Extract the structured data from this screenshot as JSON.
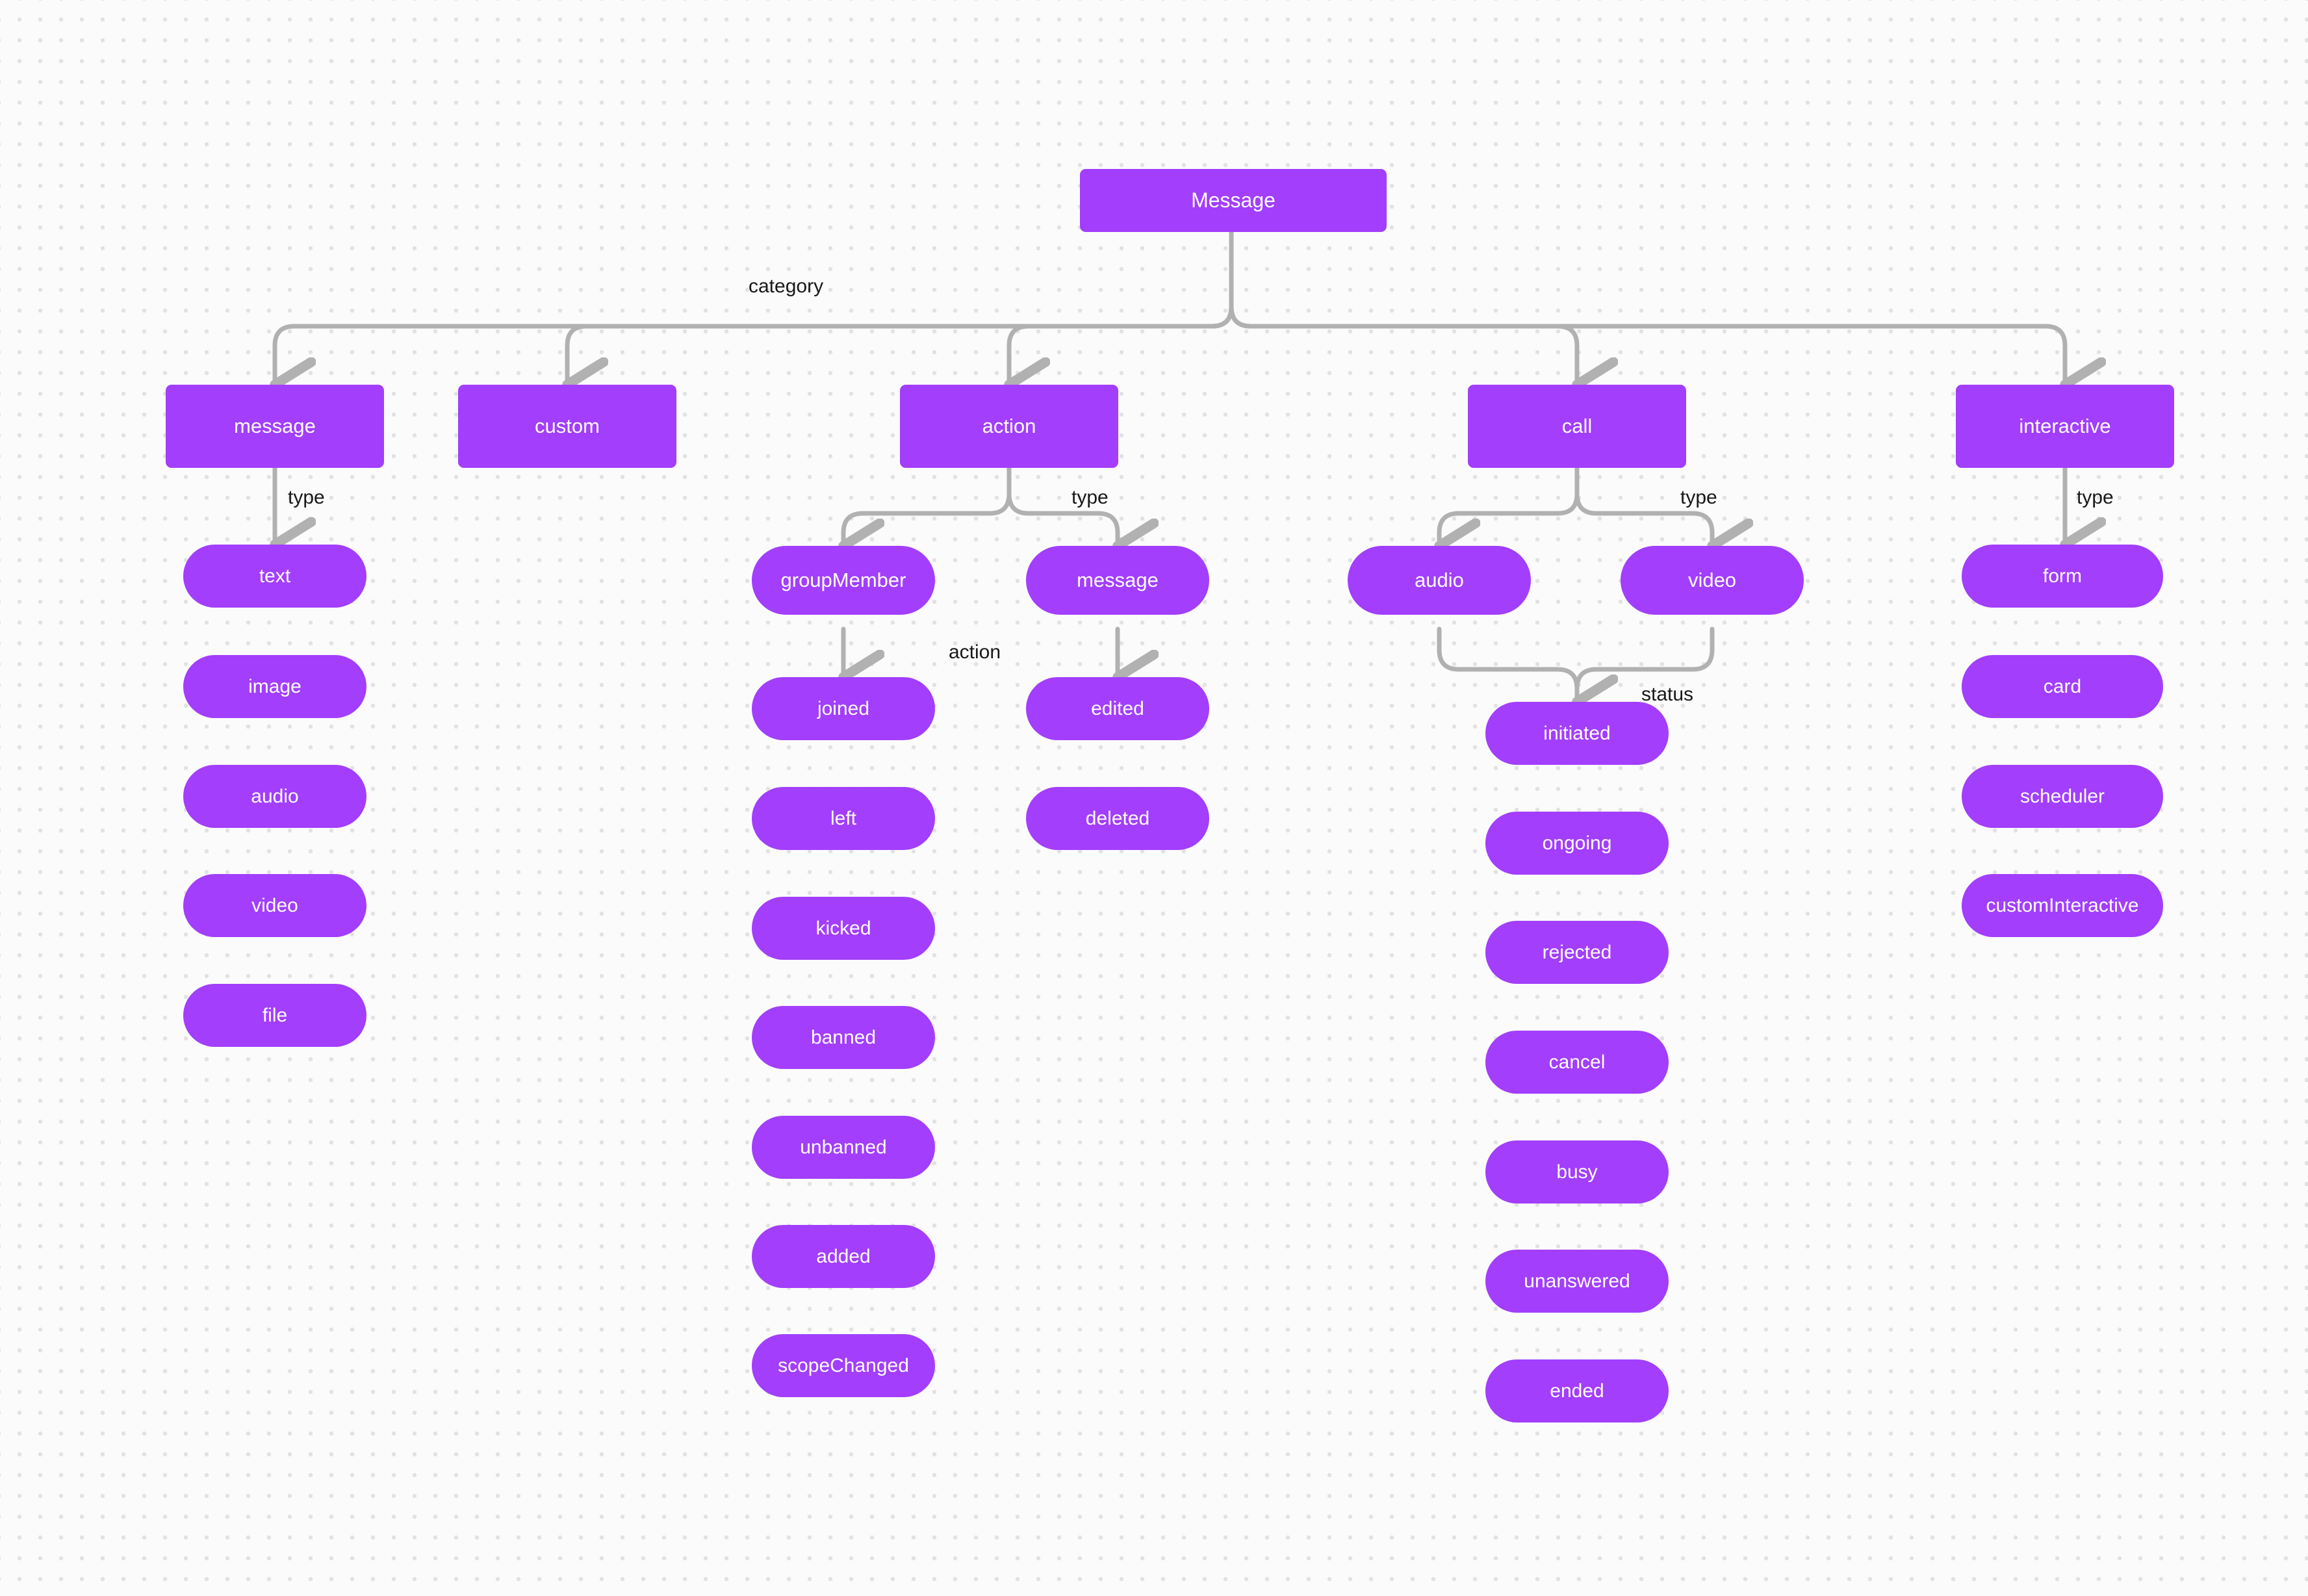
{
  "diagram": {
    "title": "Message",
    "edge_labels": {
      "category": "category",
      "type": "type",
      "action": "action",
      "status": "status"
    },
    "colors": {
      "node_fill": "#a23efc",
      "node_text": "#ffffff",
      "edge_stroke": "#b1b1b1",
      "label_text": "#181818",
      "canvas_bg": "#fbfbfb",
      "grid_dot": "#e2e2e2"
    },
    "root": {
      "label": "Message"
    },
    "categories": [
      {
        "label": "message"
      },
      {
        "label": "custom"
      },
      {
        "label": "action"
      },
      {
        "label": "call"
      },
      {
        "label": "interactive"
      }
    ],
    "message_types": [
      {
        "label": "text"
      },
      {
        "label": "image"
      },
      {
        "label": "audio"
      },
      {
        "label": "video"
      },
      {
        "label": "file"
      }
    ],
    "action_types": [
      {
        "label": "groupMember"
      },
      {
        "label": "message"
      }
    ],
    "group_member_actions": [
      {
        "label": "joined"
      },
      {
        "label": "left"
      },
      {
        "label": "kicked"
      },
      {
        "label": "banned"
      },
      {
        "label": "unbanned"
      },
      {
        "label": "added"
      },
      {
        "label": "scopeChanged"
      }
    ],
    "message_actions": [
      {
        "label": "edited"
      },
      {
        "label": "deleted"
      }
    ],
    "call_types": [
      {
        "label": "audio"
      },
      {
        "label": "video"
      }
    ],
    "call_statuses": [
      {
        "label": "initiated"
      },
      {
        "label": "ongoing"
      },
      {
        "label": "rejected"
      },
      {
        "label": "cancel"
      },
      {
        "label": "busy"
      },
      {
        "label": "unanswered"
      },
      {
        "label": "ended"
      }
    ],
    "interactive_types": [
      {
        "label": "form"
      },
      {
        "label": "card"
      },
      {
        "label": "scheduler"
      },
      {
        "label": "customInteractive"
      }
    ]
  }
}
